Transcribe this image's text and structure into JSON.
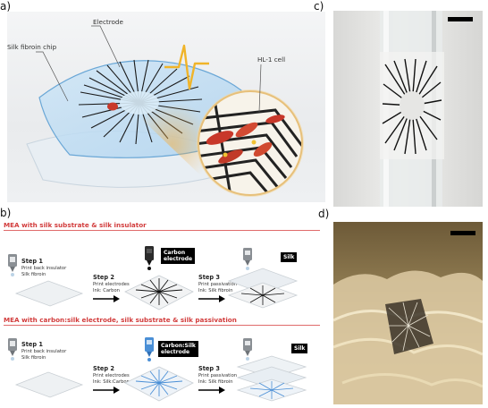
{
  "panel_labels": {
    "a": "a)",
    "b": "b)",
    "c": "c)",
    "d": "d)"
  },
  "panel_a": {
    "electrode_label": "Electrode",
    "chip_label": "Silk fibroin chip",
    "cell_label": "HL-1 cell"
  },
  "panel_b": {
    "section1": {
      "title": "MEA with silk substrate & silk insulator",
      "step1": {
        "title": "Step 1",
        "line1": "Print back insulator",
        "line2": "Silk fibroin"
      },
      "step2": {
        "title": "Step 2",
        "line1": "Print electrodes",
        "line2": "Ink: Carbon"
      },
      "step3": {
        "title": "Step 3",
        "line1": "Print passivation",
        "line2": "Ink: Silk fibroin"
      },
      "tag_carbon_1": "Carbon",
      "tag_carbon_2": "electrode",
      "tag_silk": "Silk"
    },
    "section2": {
      "title": "MEA with carbon:silk electrode, silk substrate & silk passivation",
      "step1": {
        "title": "Step 1",
        "line1": "Print back insulator",
        "line2": "Silk fibroin"
      },
      "step2": {
        "title": "Step 2",
        "line1": "Print electrodes",
        "line2": "Ink: Silk:Carbon"
      },
      "step3": {
        "title": "Step 3",
        "line1": "Print passivation",
        "line2": "Ink: Silk fibroin"
      },
      "tag_carbonsilk_1": "Carbon:Silk",
      "tag_carbonsilk_2": "electrode",
      "tag_silk": "Silk"
    }
  },
  "colors": {
    "accent_red": "#d23c3c",
    "chip_blue": "#7fb6e0",
    "cell_red": "#c8382a",
    "electrode_blue": "#4a8fd6"
  }
}
